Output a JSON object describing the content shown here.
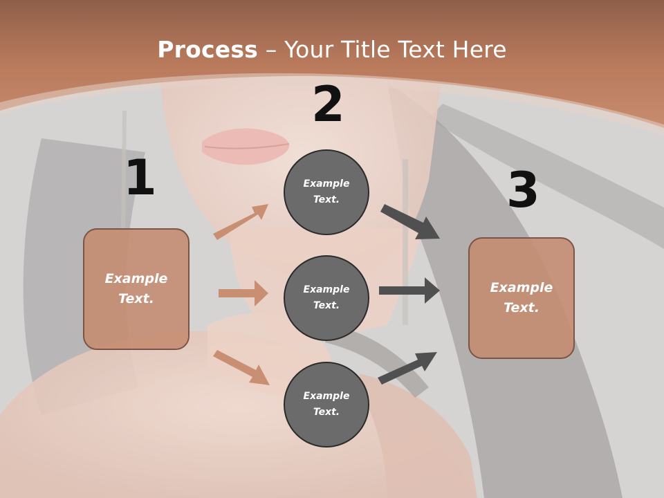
{
  "title": {
    "bold": "Process",
    "rest": " – Your Title Text Here"
  },
  "steps": {
    "one": "1",
    "two": "2",
    "three": "3"
  },
  "boxes": {
    "left": "Example\nText.",
    "right": "Example\nText."
  },
  "circles": {
    "top": "Example\nText.",
    "middle": "Example\nText.",
    "bottom": "Example\nText."
  },
  "colors": {
    "header": "#b97a5c",
    "box_fill": "#c48b6f",
    "box_border": "#7a5545",
    "circle_fill": "#6b6b6b",
    "arrow_light": "#c98f73",
    "arrow_dark": "#505050"
  }
}
